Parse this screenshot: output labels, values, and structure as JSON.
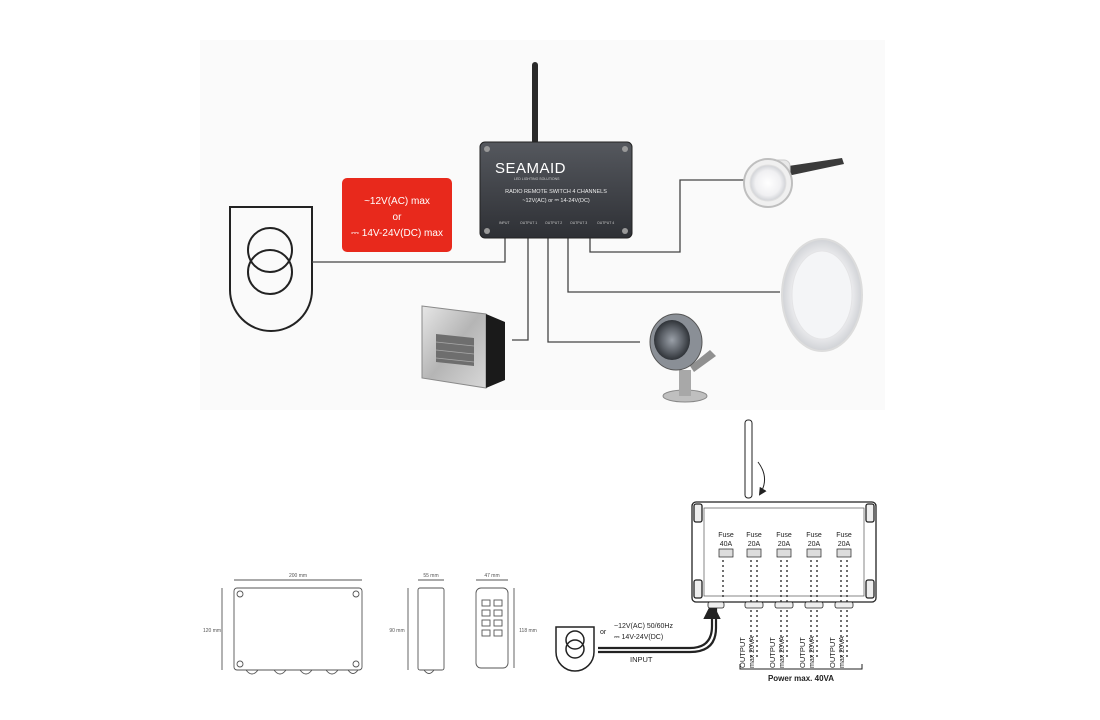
{
  "brand": {
    "name": "SEAMAID",
    "tagline": "LED LIGHTING SOLUTIONS"
  },
  "device": {
    "title": "RADIO REMOTE SWITCH 4 CHANNELS",
    "voltage": "~12V(AC) or ⎓ 14-24V(DC)",
    "ports": [
      "INPUT",
      "OUTPUT 1",
      "OUTPUT 2",
      "OUTPUT 3",
      "OUTPUT 4"
    ]
  },
  "power_badge": {
    "line1": "~12V(AC) max",
    "line2": "or",
    "line3": "⎓ 14V-24V(DC) max"
  },
  "dimensions": {
    "box_width": "200 mm",
    "box_height": "120 mm",
    "side_width": "55 mm",
    "side_height": "90 mm",
    "remote_width": "47 mm",
    "remote_height": "118 mm"
  },
  "wiring": {
    "supply_line1": "~12V(AC) 50/60Hz",
    "supply_or": "or",
    "supply_line2": "⎓ 14V-24V(DC)",
    "input_label": "INPUT",
    "fuses": [
      {
        "label": "Fuse",
        "rating": "40A"
      },
      {
        "label": "Fuse",
        "rating": "20A"
      },
      {
        "label": "Fuse",
        "rating": "20A"
      },
      {
        "label": "Fuse",
        "rating": "20A"
      },
      {
        "label": "Fuse",
        "rating": "20A"
      }
    ],
    "outputs": [
      {
        "label": "OUTPUT",
        "max": "max 20VA"
      },
      {
        "label": "OUTPUT",
        "max": "max 20VA"
      },
      {
        "label": "OUTPUT",
        "max": "max 20VA"
      },
      {
        "label": "OUTPUT",
        "max": "max 20VA"
      }
    ],
    "power_total": "Power max. 40VA"
  },
  "colors": {
    "badge_red": "#e8291c",
    "device_dark": "#3a3d42",
    "line": "#444444"
  }
}
